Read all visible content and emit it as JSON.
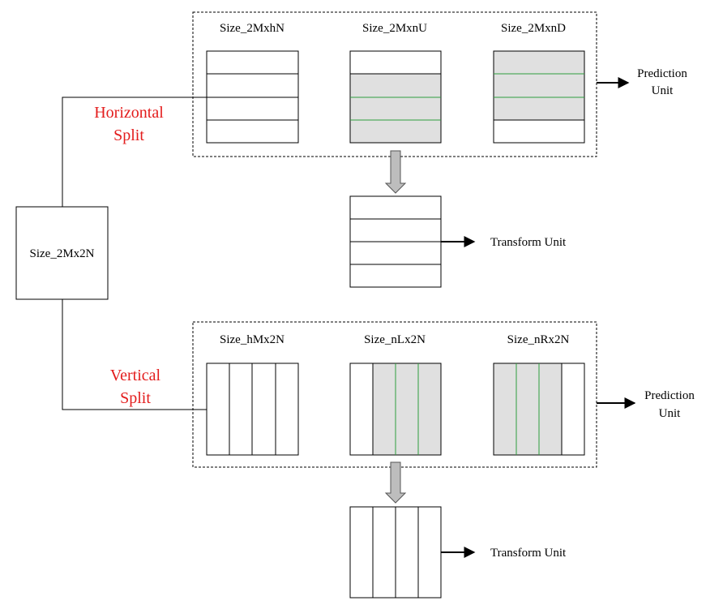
{
  "root_block": {
    "label": "Size_2Mx2N"
  },
  "horizontal": {
    "split_label_line1": "Horizontal",
    "split_label_line2": "Split",
    "partitions": [
      {
        "label": "Size_2MxhN"
      },
      {
        "label": "Size_2MxnU"
      },
      {
        "label": "Size_2MxnD"
      }
    ],
    "prediction_label_line1": "Prediction",
    "prediction_label_line2": "Unit",
    "transform_label": "Transform Unit"
  },
  "vertical": {
    "split_label_line1": "Vertical",
    "split_label_line2": "Split",
    "partitions": [
      {
        "label": "Size_hMx2N"
      },
      {
        "label": "Size_nLx2N"
      },
      {
        "label": "Size_nRx2N"
      }
    ],
    "prediction_label_line1": "Prediction",
    "prediction_label_line2": "Unit",
    "transform_label": "Transform Unit"
  },
  "colors": {
    "split_text": "#e31c1c",
    "shaded_fill": "#e0e0e0",
    "inner_line": "#2e9e3e",
    "outline": "#000000",
    "down_arrow_fill": "#bdbdbd"
  }
}
